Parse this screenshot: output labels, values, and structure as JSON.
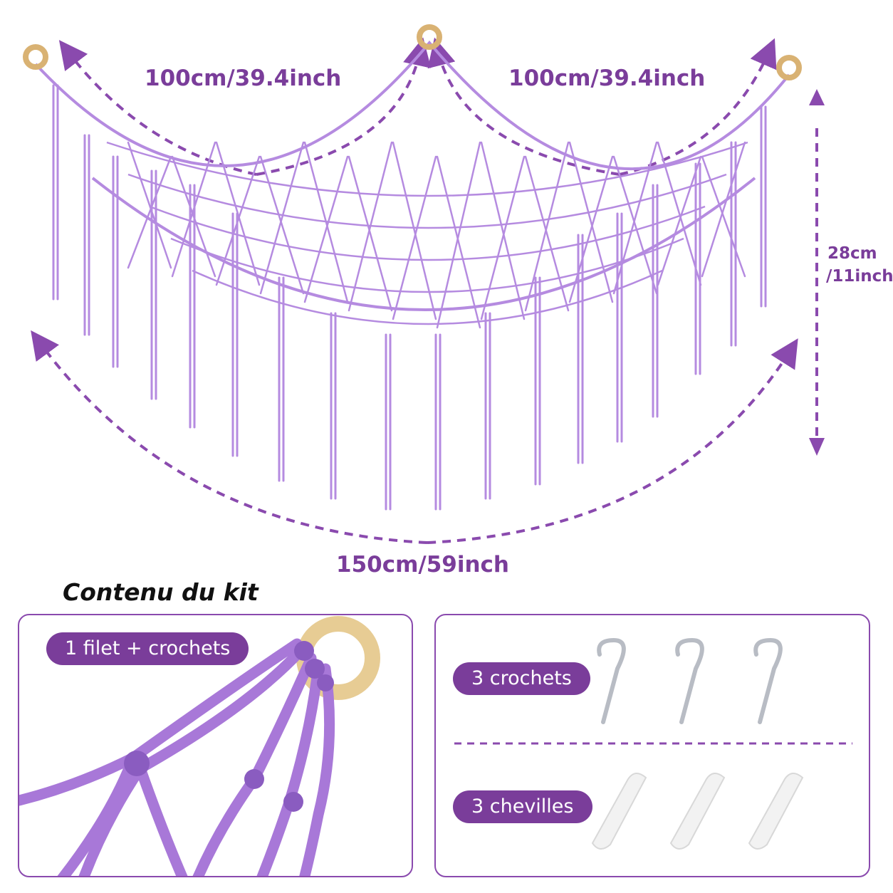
{
  "dimensions": {
    "left_span": "100cm/39.4inch",
    "right_span": "100cm/39.4inch",
    "height_line1": "28cm",
    "height_line2": "/11inch",
    "width": "150cm/59inch"
  },
  "kit": {
    "title": "Contenu du kit",
    "net_label": "1 filet + crochets",
    "hooks_label": "3 crochets",
    "anchors_label": "3 chevilles"
  },
  "colors": {
    "accent": "#7a3d9a",
    "rope": "#b58be0",
    "ring": "#d9b273"
  }
}
